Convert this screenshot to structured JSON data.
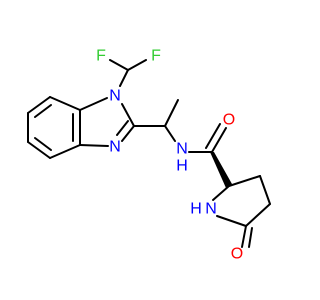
{
  "molecule": {
    "atom_labels": {
      "f_left": "F",
      "f_right": "F",
      "n_benzimidazole_1": "N",
      "n_benzimidazole_3": "N",
      "amide_nh": "N",
      "amide_h": "H",
      "amide_o": "O",
      "lactam_nh": "N",
      "lactam_h": "H",
      "lactam_o": "O"
    },
    "colors": {
      "bond": "#000000",
      "fluorine": "#33cc33",
      "nitrogen": "#0000ff",
      "oxygen": "#ff0000"
    },
    "stereo": {
      "proline_ca": "wedge"
    }
  }
}
